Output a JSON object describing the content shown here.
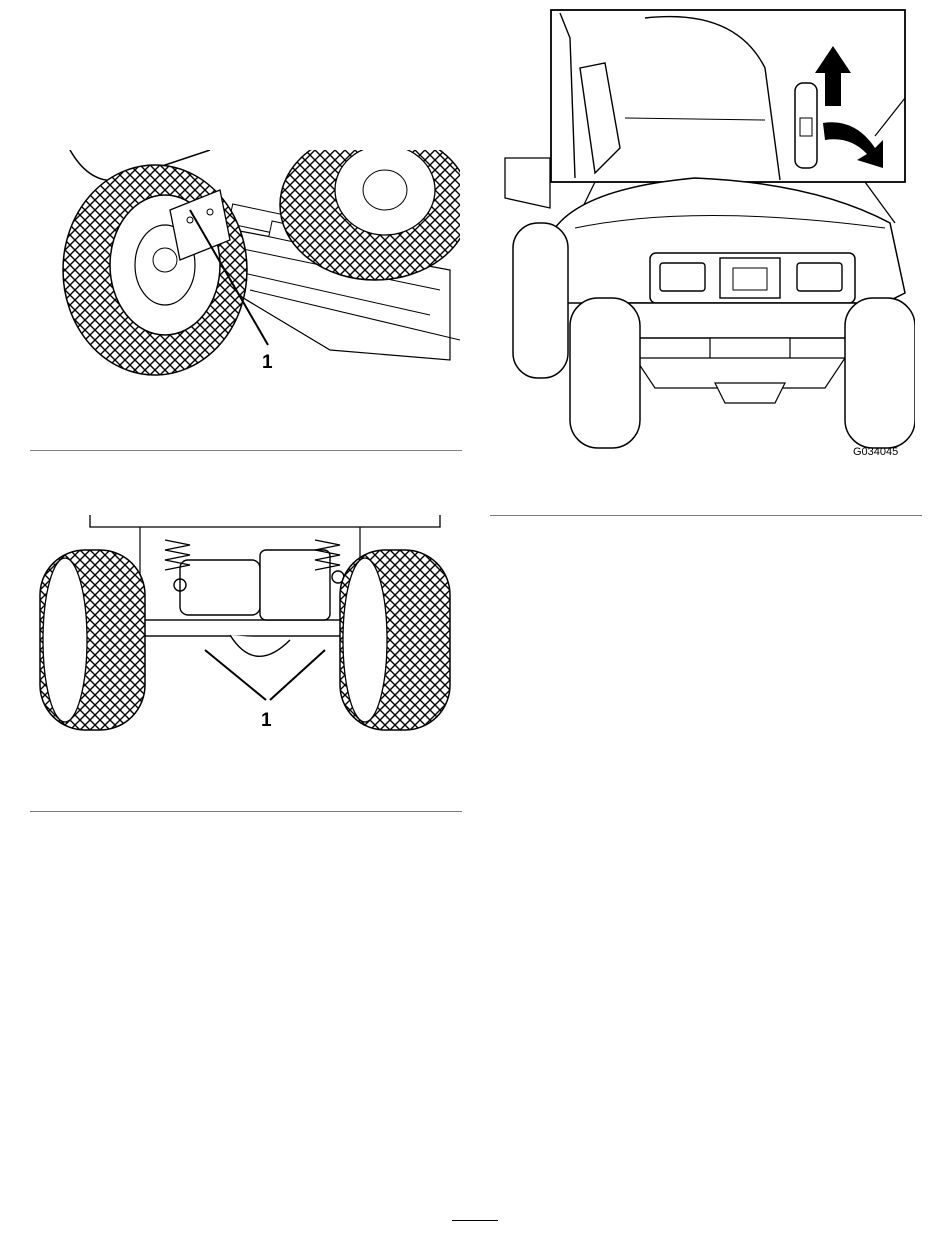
{
  "figures": [
    {
      "callouts": [
        "1"
      ]
    },
    {
      "callouts": [
        "1"
      ]
    },
    {
      "code": "G034045"
    }
  ],
  "footer": {
    "page_number": ""
  }
}
